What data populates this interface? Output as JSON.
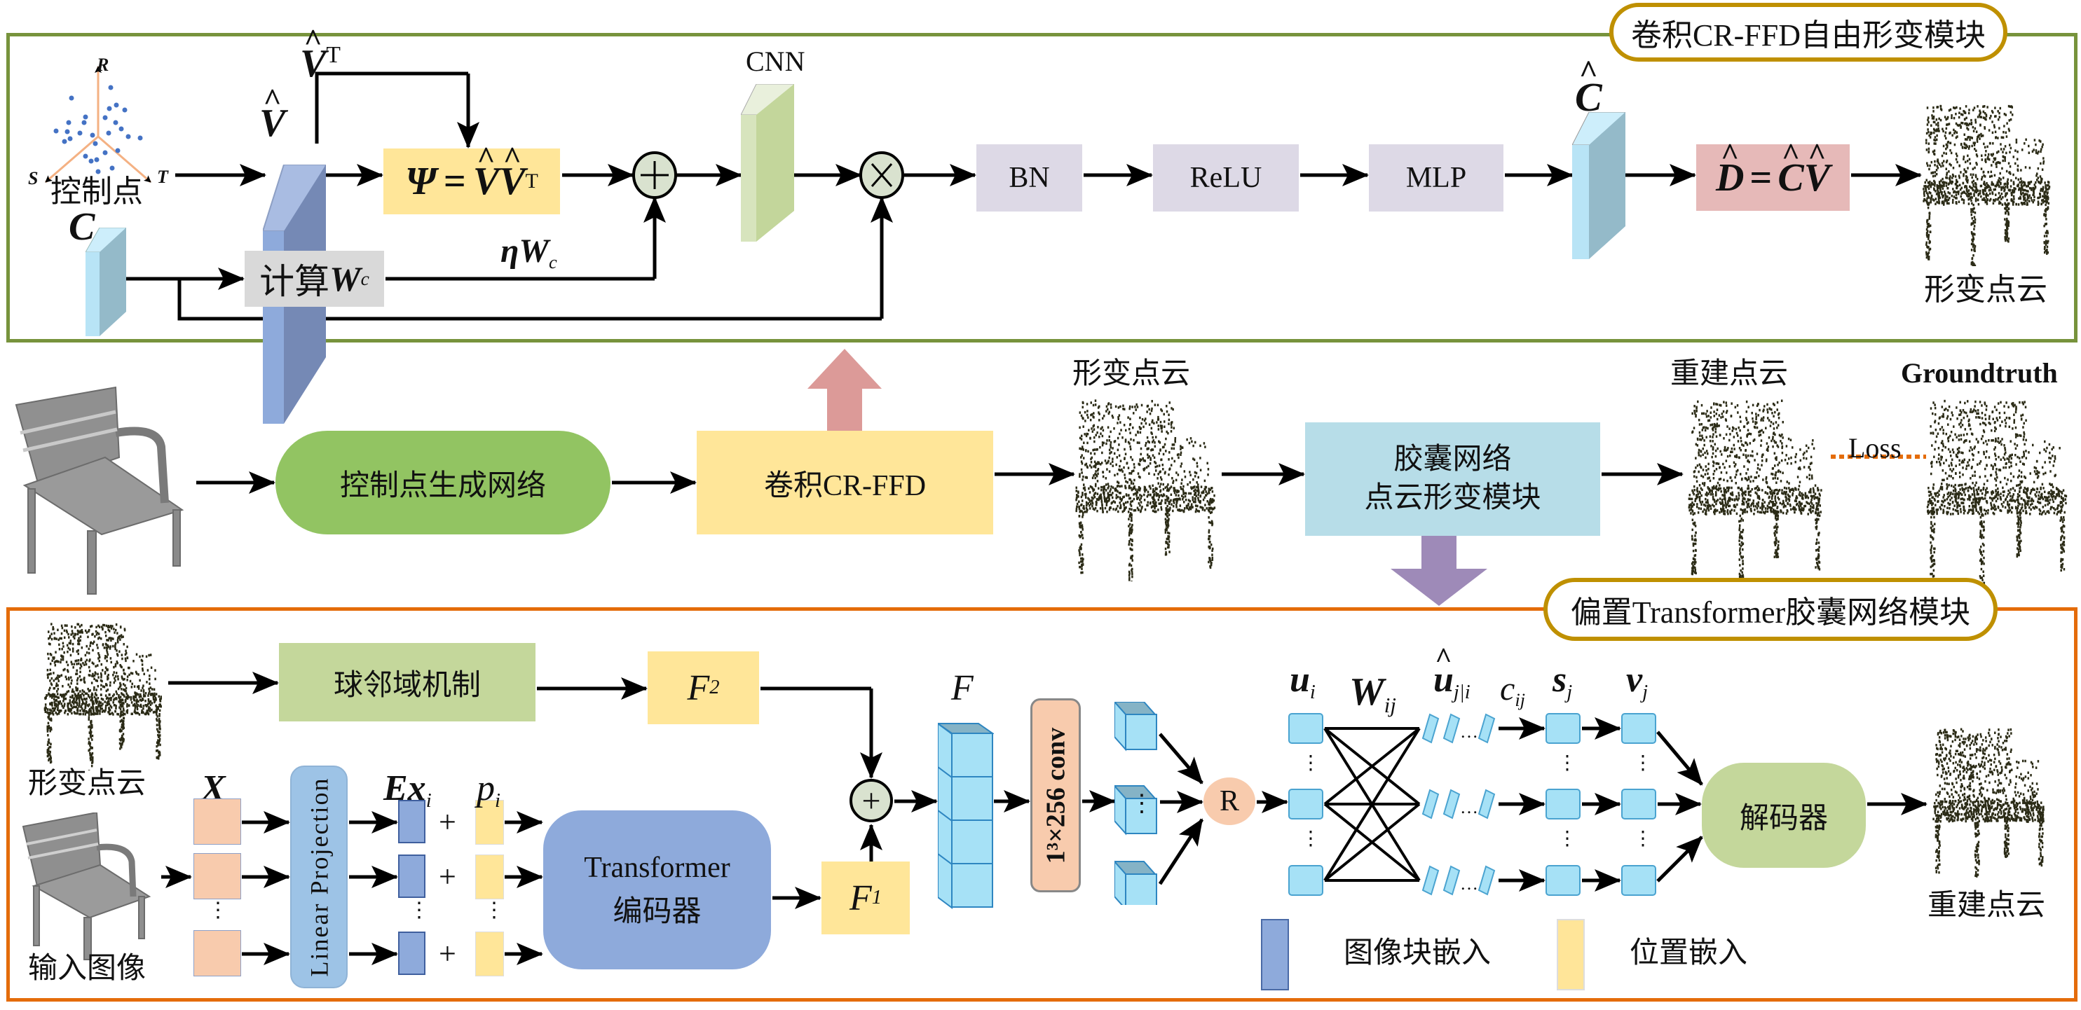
{
  "top_module": {
    "title": "卷积CR-FFD自由形变模块",
    "control_points_label": "控制点",
    "axes": {
      "r": "R",
      "s": "S",
      "t": "T"
    },
    "v_hat_label": "V",
    "v_hat_t_label": "V",
    "transpose_mark": "T",
    "psi_formula": {
      "lhs": "Ψ",
      "eq": "=",
      "v1": "V",
      "v2": "V",
      "sup": "T"
    },
    "c_label": "C",
    "compute_w_label": "计算",
    "compute_w_symbol": "W",
    "compute_w_sub": "c",
    "eta_w_label": "ηW",
    "eta_w_sub": "c",
    "plus_symbol": "+",
    "times_symbol": "×",
    "cnn_label": "CNN",
    "bn_label": "BN",
    "relu_label": "ReLU",
    "mlp_label": "MLP",
    "c_hat_label": "C",
    "d_formula": {
      "d": "D",
      "eq": "=",
      "c": "C",
      "v": "V"
    },
    "output_label": "形变点云"
  },
  "middle_pipeline": {
    "control_point_net_label": "控制点生成网络",
    "conv_crffd_label": "卷积CR-FFD",
    "deformed_cloud_label": "形变点云",
    "capsule_module_line1": "胶囊网络",
    "capsule_module_line2": "点云形变模块",
    "reconstructed_label": "重建点云",
    "groundtruth_label": "Groundtruth",
    "loss_label": "Loss"
  },
  "bottom_module": {
    "title": "偏置Transformer胶囊网络模块",
    "deformed_cloud_label": "形变点云",
    "ball_neighborhood_label": "球邻域机制",
    "f2_label": "F",
    "f2_sub": "2",
    "input_image_label": "输入图像",
    "x_label": "X",
    "linear_projection_label": "Linear Projection",
    "ex_label": "Ex",
    "ex_sub": "i",
    "p_label": "p",
    "p_sub": "i",
    "plus_sign": "+",
    "dots": "⋮",
    "transformer_line1": "Transformer",
    "transformer_line2": "编码器",
    "f1_label": "F",
    "f1_sub": "1",
    "sum_symbol": "+",
    "f_label": "F",
    "conv_label": "1³×256 conv",
    "r_label": "R",
    "u_label": "u",
    "u_sub": "i",
    "w_label": "W",
    "w_sub": "ij",
    "uhat_label": "u",
    "uhat_sub": "j|i",
    "c_label": "c",
    "c_sub": "ij",
    "s_label": "s",
    "s_sub": "j",
    "v_label": "v",
    "v_sub": "j",
    "hdots": "…",
    "decoder_label": "解码器",
    "output_label": "重建点云",
    "legend": [
      {
        "label": "图像块嵌入",
        "color": "#8eaadb"
      },
      {
        "label": "位置嵌入",
        "color": "#ffe599"
      }
    ]
  },
  "colors": {
    "top_border": "#77933c",
    "bottom_border": "#e46c0a",
    "title_pill_border": "#bf9000",
    "psi_box": "#ffe699",
    "compute_box": "#d9d9d9",
    "purple_box": "#ddd9e6",
    "d_box": "#e6b9b8",
    "green_pill": "#92c462",
    "yellow_box": "#ffe699",
    "capsule_box": "#b7dde8",
    "pink_arrow": "#dc9a98",
    "purple_arrow": "#9e8ab8",
    "ball_box": "#c4d79b",
    "decoder": "#c4d79b",
    "transformer": "#8eaadb",
    "linear_proj": "#9dc3e6",
    "patch": "#f8cbad",
    "capsule_cell": "#a6e1f6",
    "r_node": "#f8cbad",
    "conv_box": "#f8cbad",
    "cloud": "#2b2b16"
  }
}
